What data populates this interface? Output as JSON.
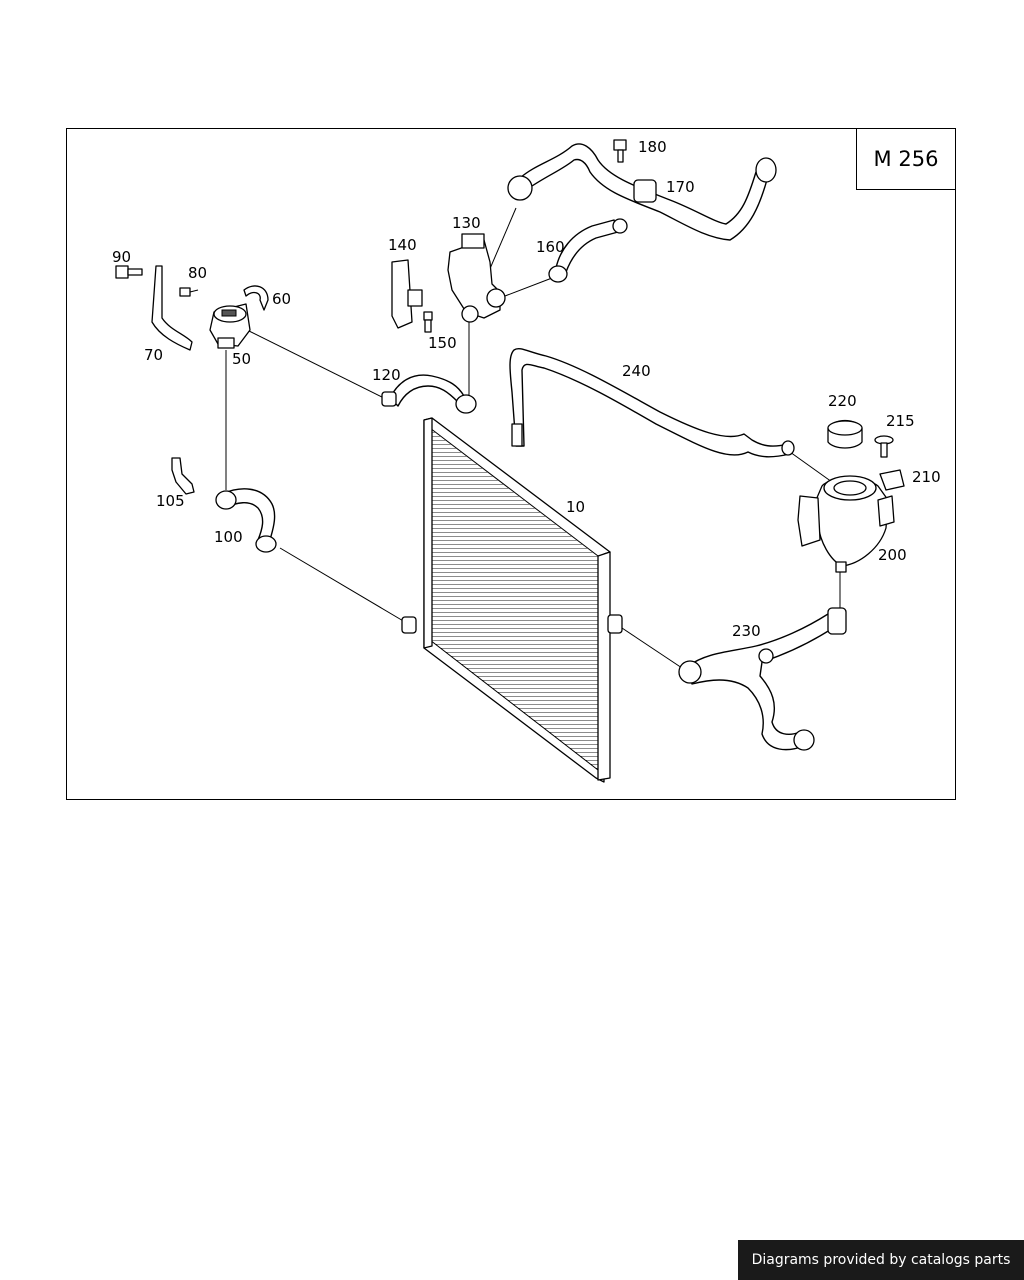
{
  "diagram": {
    "code": "M 256",
    "callouts": {
      "p10": "10",
      "p50": "50",
      "p60": "60",
      "p70": "70",
      "p80": "80",
      "p90": "90",
      "p100": "100",
      "p105": "105",
      "p120": "120",
      "p130": "130",
      "p140": "140",
      "p150": "150",
      "p160": "160",
      "p170": "170",
      "p180": "180",
      "p200": "200",
      "p210": "210",
      "p215": "215",
      "p220": "220",
      "p230": "230",
      "p240": "240"
    }
  },
  "footer": {
    "credit": "Diagrams provided by catalogs parts"
  }
}
